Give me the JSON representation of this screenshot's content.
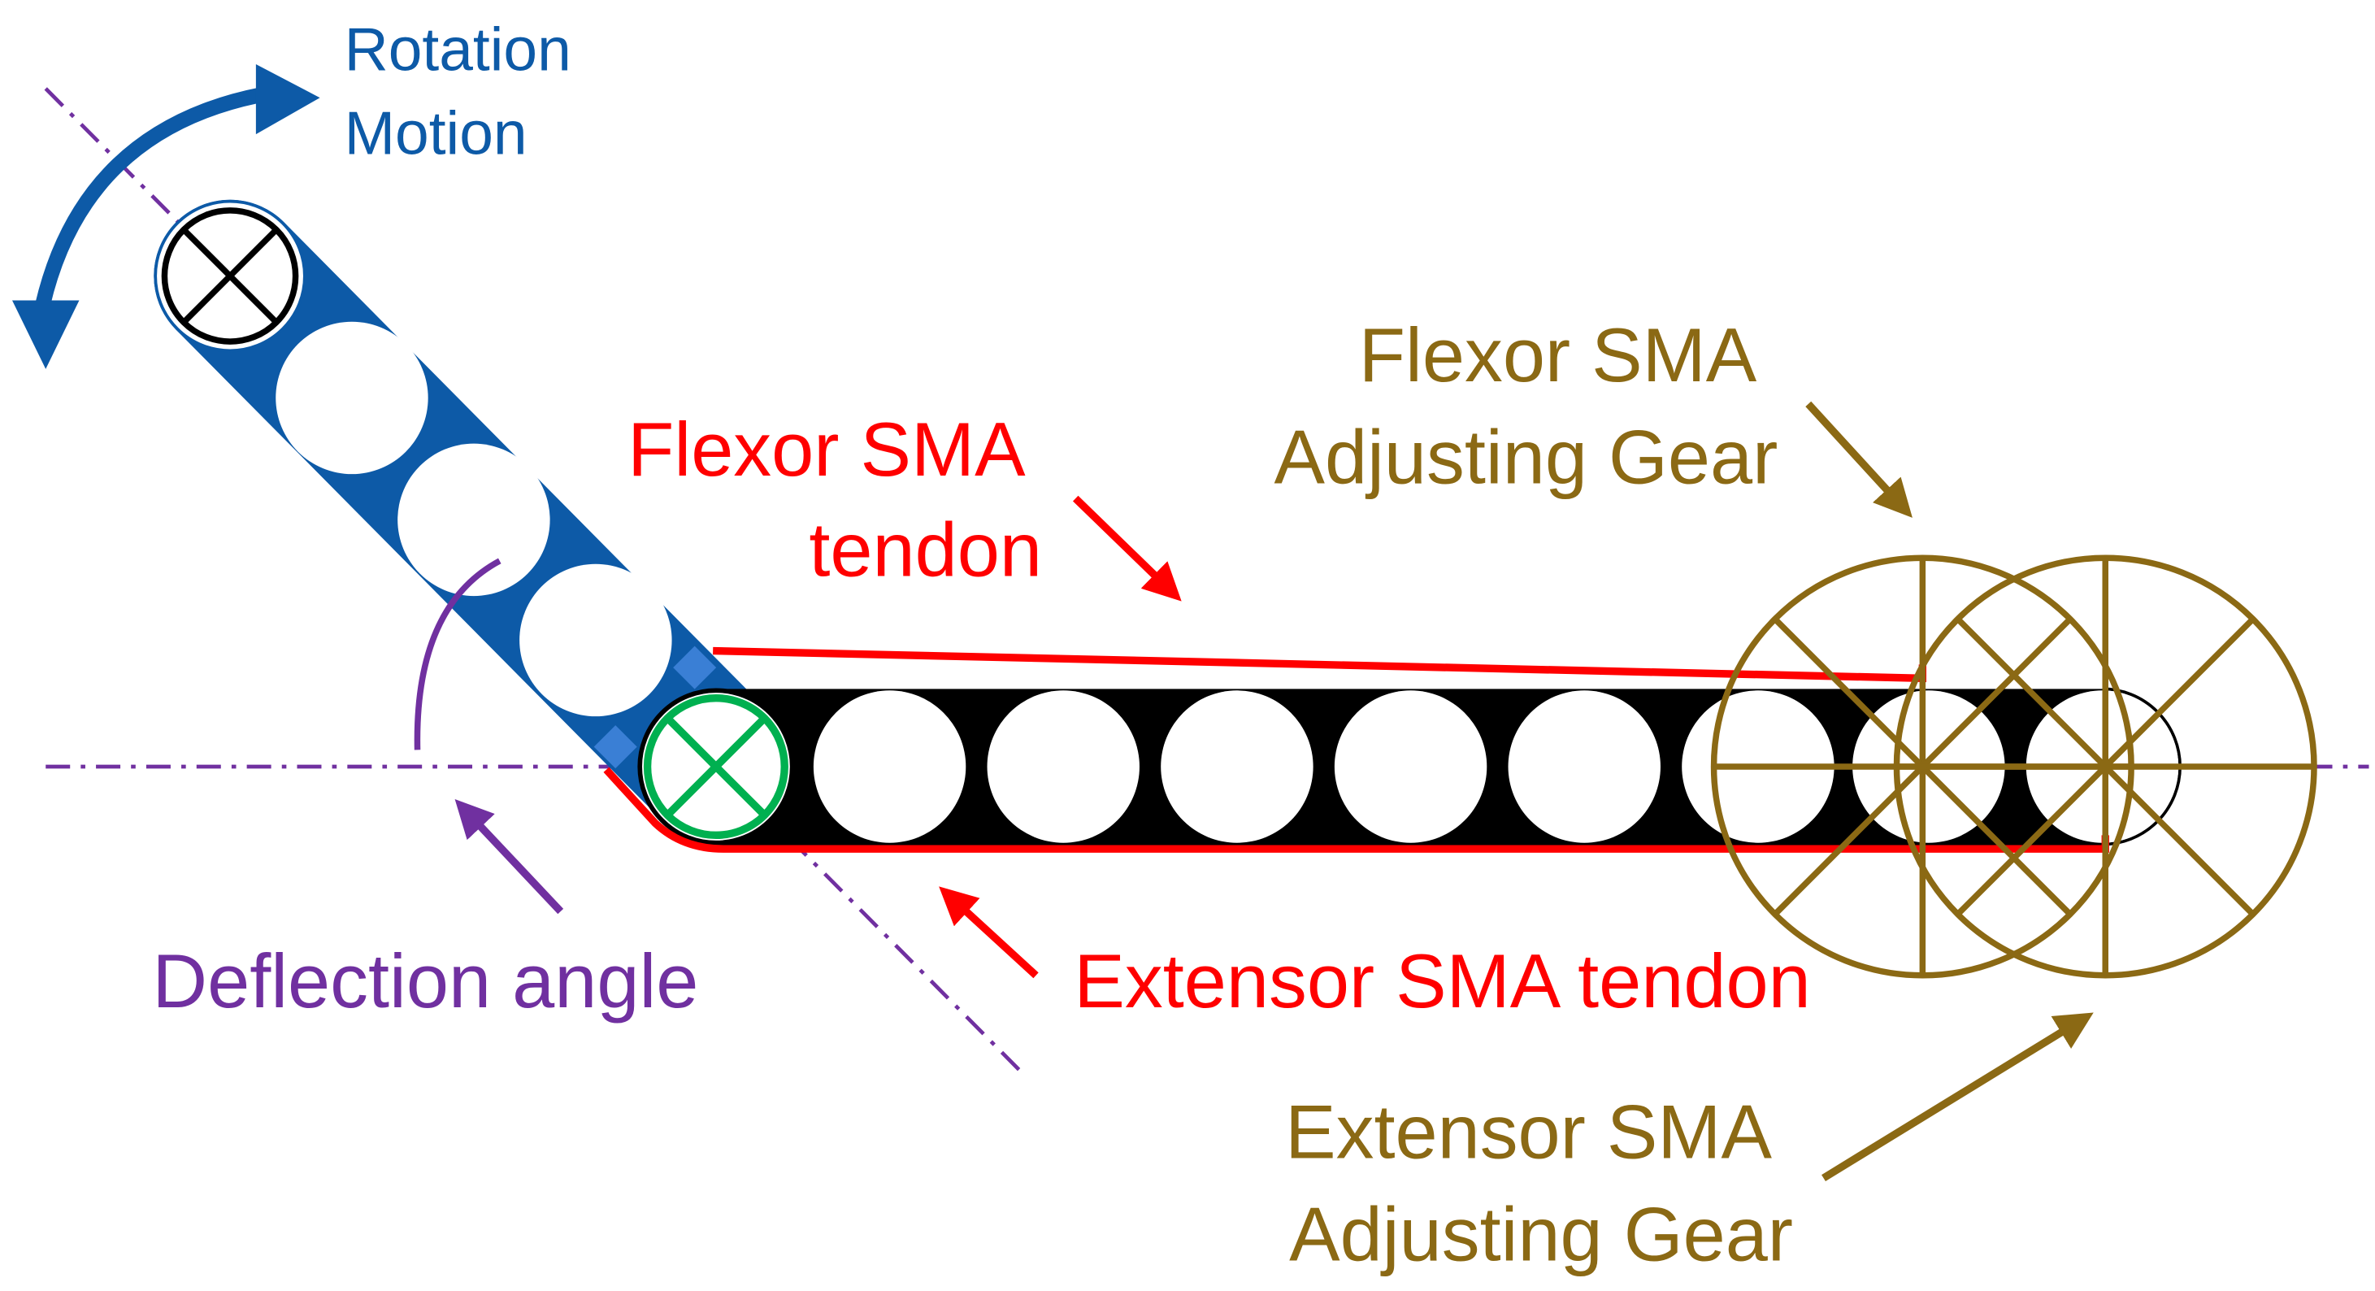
{
  "labels": {
    "rotation_line1": "Rotation",
    "rotation_line2": "Motion",
    "flexor_tendon_line1": "Flexor SMA",
    "flexor_tendon_line2": "tendon",
    "flexor_gear_line1": "Flexor SMA",
    "flexor_gear_line2": "Adjusting Gear",
    "deflection": "Deflection angle",
    "extensor_tendon": "Extensor SMA tendon",
    "extensor_gear_line1": "Extensor SMA",
    "extensor_gear_line2": "Adjusting Gear"
  },
  "colors": {
    "blue": "#0d5aa7",
    "red": "#ff0000",
    "gold": "#8b6914",
    "purple": "#7030a0",
    "green": "#00b050",
    "black": "#000000"
  }
}
